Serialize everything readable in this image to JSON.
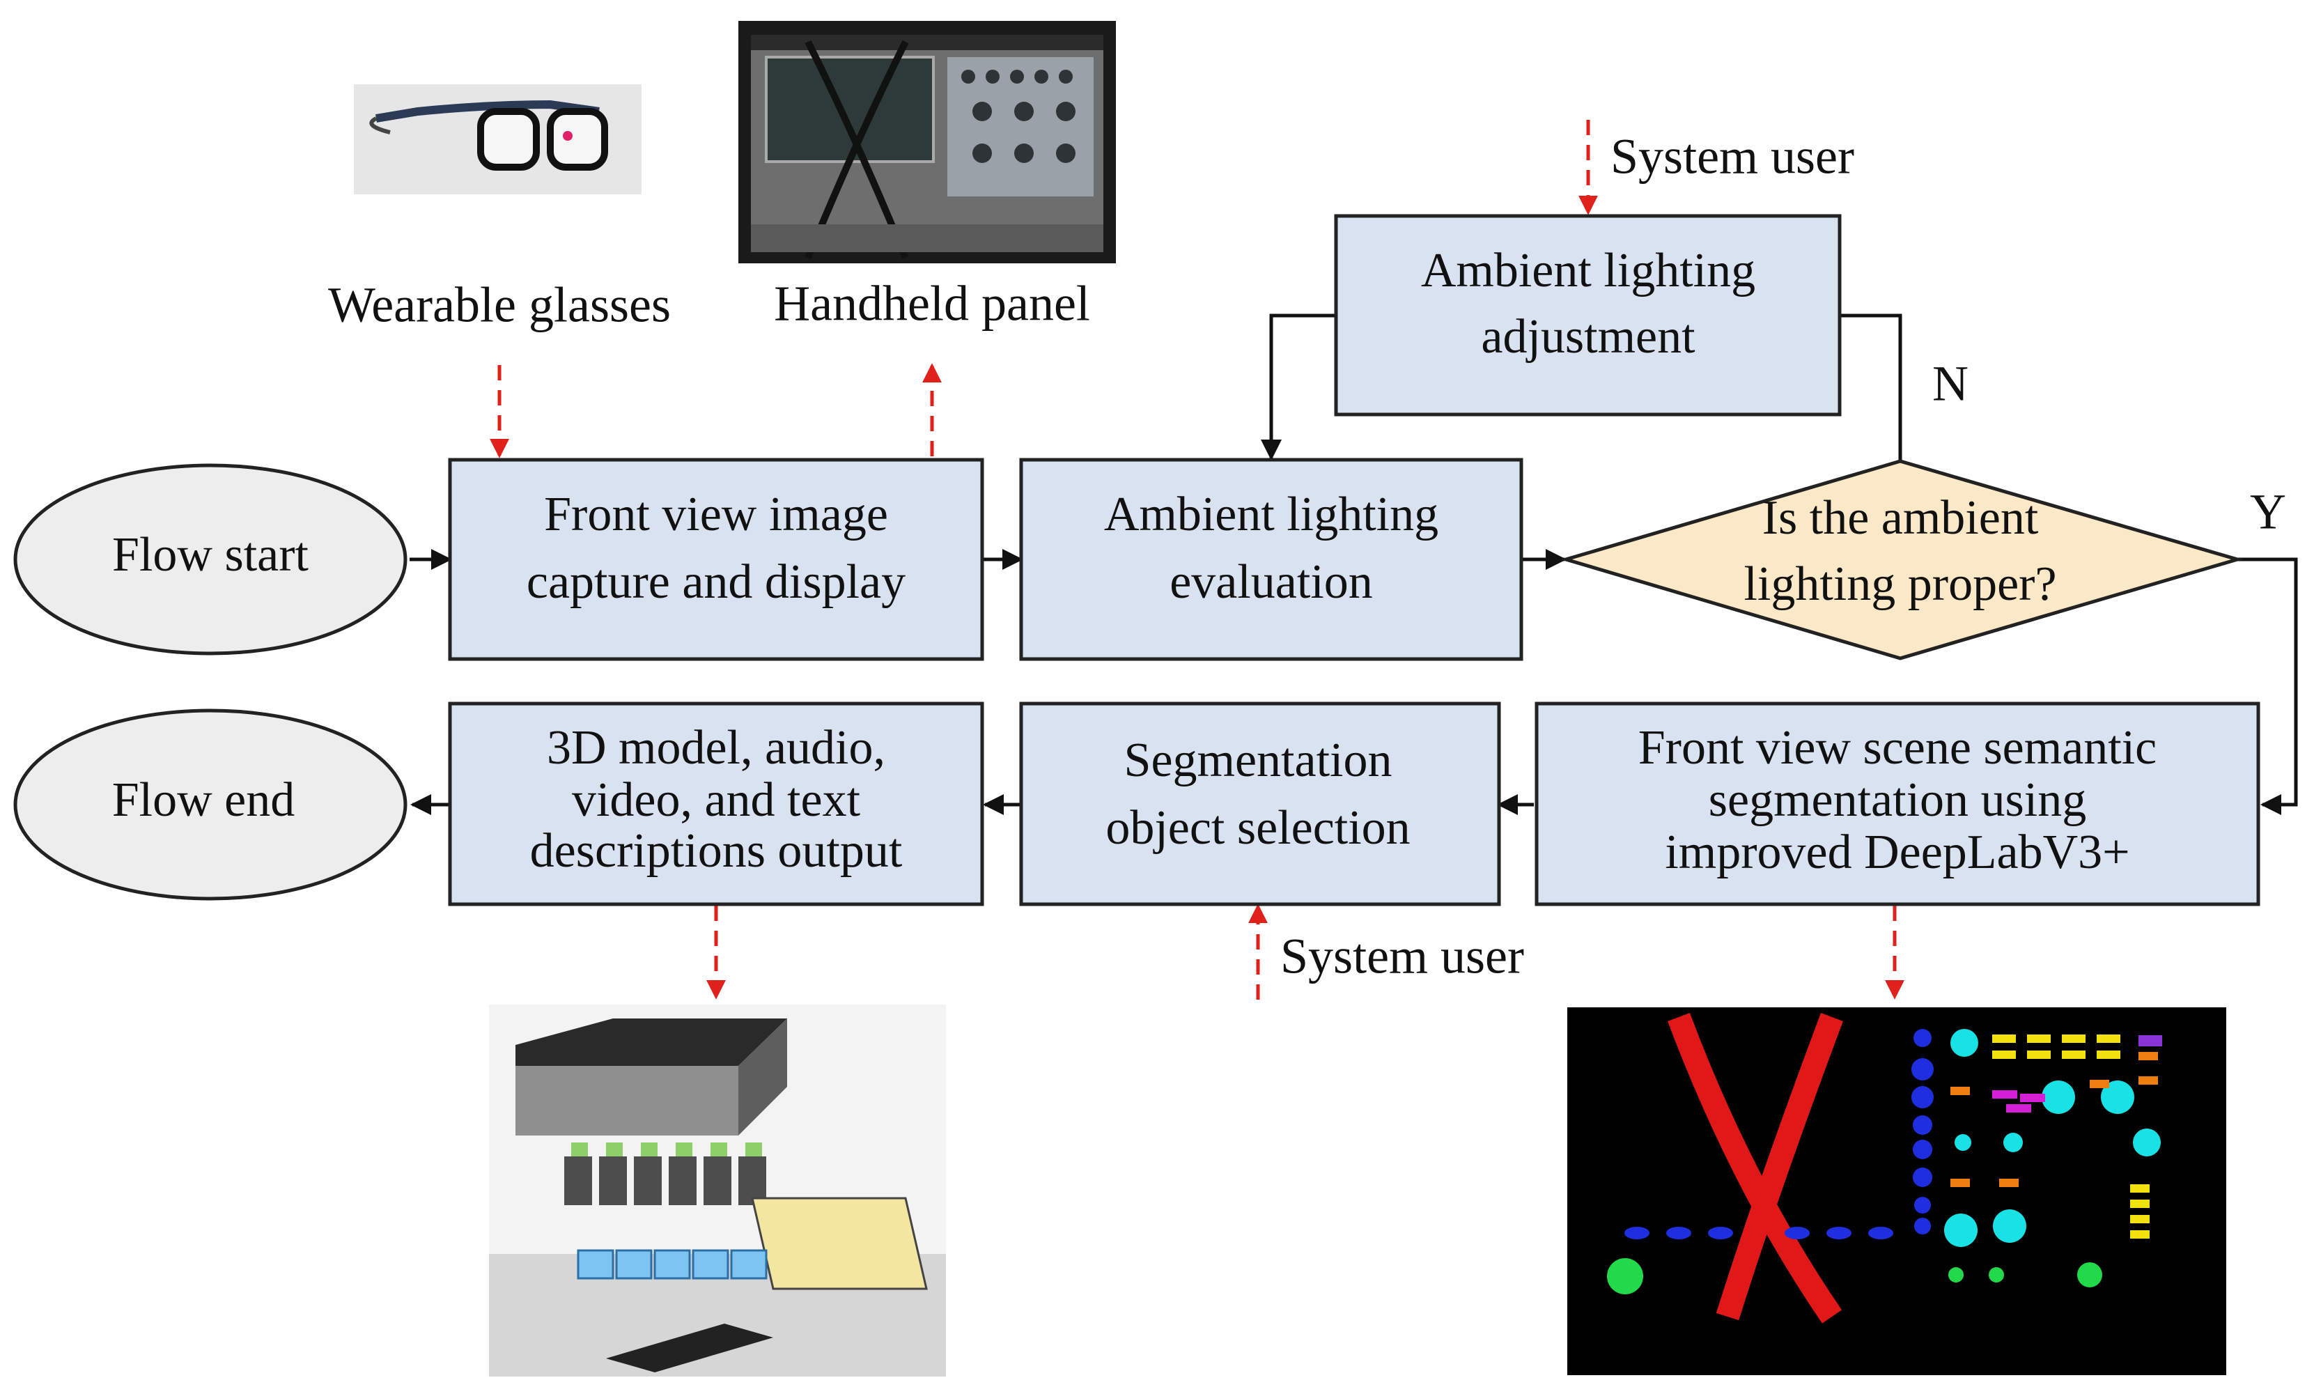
{
  "nodes": {
    "flow_start": "Flow start",
    "flow_end": "Flow end",
    "front_view_capture": [
      "Front view image",
      "capture and display"
    ],
    "ambient_eval": [
      "Ambient lighting",
      "evaluation"
    ],
    "ambient_adjust": [
      "Ambient lighting",
      "adjustment"
    ],
    "decision": [
      "Is the ambient",
      "lighting proper?"
    ],
    "semantic_seg": [
      "Front view scene semantic",
      "segmentation using",
      "improved DeepLabV3+"
    ],
    "seg_select": [
      "Segmentation",
      "object selection"
    ],
    "output": [
      "3D model, audio,",
      "video, and text",
      "descriptions output"
    ]
  },
  "labels": {
    "wearable_glasses": "Wearable glasses",
    "handheld_panel": "Handheld panel",
    "system_user_top": "System user",
    "system_user_bottom": "System user",
    "branch_no": "N",
    "branch_yes": "Y"
  },
  "images": {
    "glasses": "eyeglasses-photo",
    "panel": "oscilloscope-display-photo",
    "model_3d": "3d-cad-assembly-render",
    "segmentation": "semantic-segmentation-mask"
  },
  "colors": {
    "process_fill": "#d9e2f0",
    "decision_fill": "#fbe8c6",
    "terminal_fill": "#ededed",
    "stroke": "#222222",
    "dashed_arrow": "#e0201b"
  }
}
